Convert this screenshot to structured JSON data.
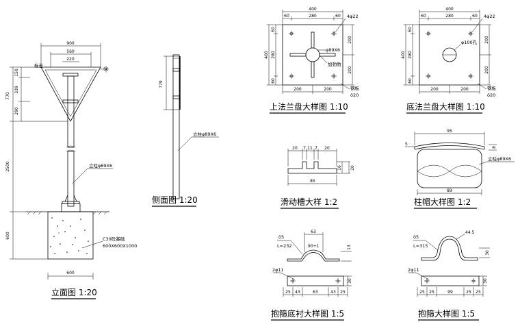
{
  "titles": {
    "front": "立面图 1:20",
    "side": "侧面图 1:20",
    "upper_flange": "上法兰盘大样图 1:10",
    "bottom_flange": "底法兰盘大样图 1:10",
    "slide_slot": "滑动槽大样 1:2",
    "post_cap": "柱帽大样图 1:2",
    "hoop_liner": "抱箍底衬大样图 1:5",
    "hoop": "抱箍大样图 1:5"
  },
  "front": {
    "dims": {
      "w900": "900",
      "w560": "560",
      "w220": "220",
      "d50": "50",
      "h150": "150",
      "h339": "339",
      "h290": "290",
      "h770": "770",
      "h2500": "2500",
      "h600": "600",
      "w600": "600"
    },
    "labels": {
      "sign": "标志",
      "post": "立柱φ89X6",
      "foundation_1": "C30砼基础",
      "foundation_2": "600X600X1000"
    }
  },
  "side": {
    "dims": {
      "h779": "779"
    },
    "labels": {
      "post": "立柱φ89X6"
    }
  },
  "upper_flange": {
    "dims": {
      "w400": "400",
      "w60a": "60",
      "w280": "280",
      "w60b": "60",
      "h60a": "60",
      "h280": "280",
      "h60b": "60",
      "h400": "400",
      "r200a": "200",
      "r200b": "200",
      "b200a": "200",
      "b200b": "200"
    },
    "labels": {
      "holes": "4φ22",
      "post": "φ89X6",
      "rib": "加劲肋",
      "plate": "钢板",
      "thick": "δ20"
    }
  },
  "bottom_flange": {
    "dims": {
      "w400": "400",
      "w60a": "60",
      "w280": "280",
      "w60b": "60",
      "h60a": "60",
      "h280": "280",
      "h60b": "60",
      "h400": "400",
      "r200a": "200",
      "r200b": "200",
      "b200a": "200",
      "b200b": "200"
    },
    "labels": {
      "holes": "4φ22",
      "hole": "φ100孔",
      "plate": "钢板",
      "thick": "δ20"
    }
  },
  "slide_slot": {
    "dims": {
      "a": "20",
      "b": "7",
      "c": "11",
      "d": "7",
      "e": "20",
      "h16": "16",
      "h20": "20",
      "w85": "85"
    }
  },
  "post_cap": {
    "dims": {
      "w95": "95",
      "w89": "89",
      "t": "8",
      "r": "5"
    },
    "labels": {
      "post": "立柱φ89X6"
    }
  },
  "hoop_liner": {
    "dims": {
      "top63": "63",
      "r": "90+1",
      "h13": "13",
      "d25a": "25",
      "d43a": "43",
      "d63": "63",
      "d43b": "43",
      "d25b": "25",
      "h30": "30"
    },
    "labels": {
      "thick": "δ5",
      "len": "L=232",
      "holes": "2φ11"
    }
  },
  "hoop": {
    "dims": {
      "r": "44.5",
      "h30": "30",
      "d25a": "25",
      "d25b": "25",
      "d99": "99",
      "d25c": "25",
      "d25d": "25",
      "h30b": "30"
    },
    "labels": {
      "thick": "δ5",
      "len": "L=315",
      "holes": "2φ11"
    }
  }
}
